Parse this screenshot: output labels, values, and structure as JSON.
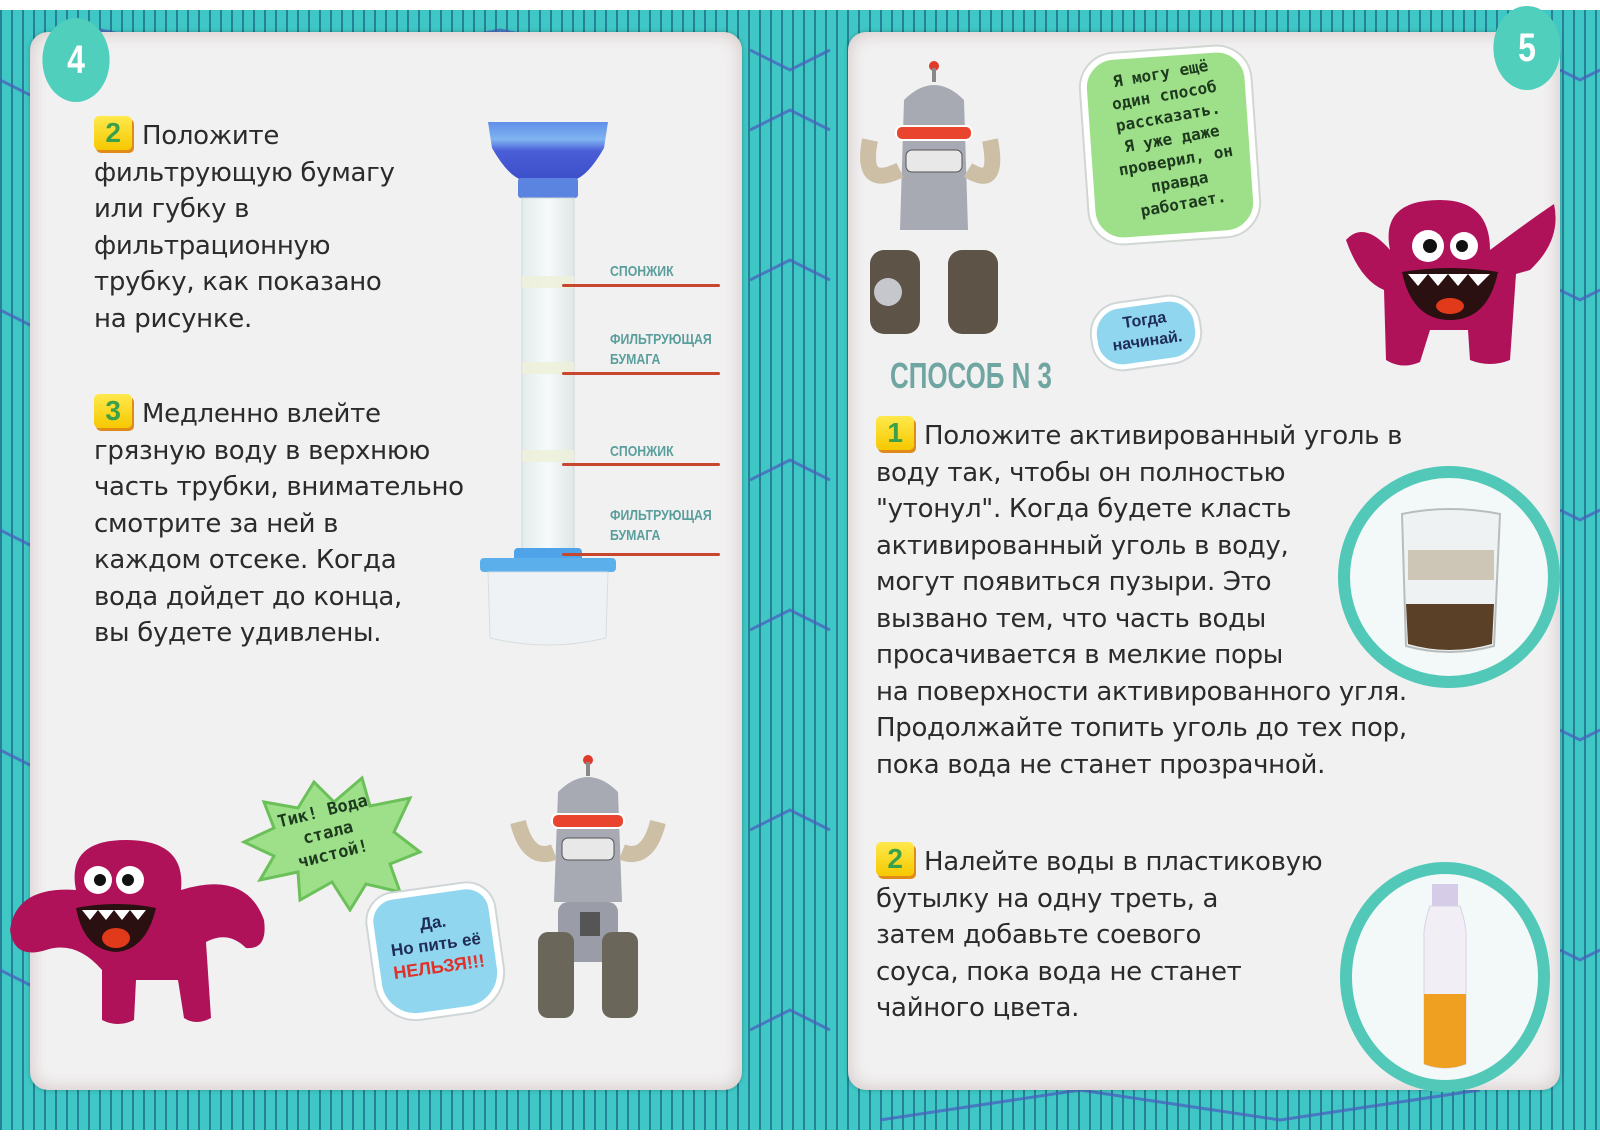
{
  "spread": {
    "left_page": {
      "page_number": "4",
      "steps": [
        {
          "number": "2",
          "lines": [
            "Положите",
            "фильтрующую бумагу",
            "или губку в",
            "фильтрационную",
            "трубку, как показано",
            "на рисунке."
          ]
        },
        {
          "number": "3",
          "lines": [
            "Медленно влейте",
            "грязную воду в верхнюю",
            "часть трубки, внимательно",
            "смотрите за ней в",
            "каждом отсеке. Когда",
            "вода дойдет до конца,",
            "вы будете удивлены."
          ]
        }
      ],
      "tube_diagram": {
        "labels": [
          {
            "lines": [
              "СПОНЖИК"
            ]
          },
          {
            "lines": [
              "ФИЛЬТРУЮЩАЯ",
              "БУМАГА"
            ]
          },
          {
            "lines": [
              "СПОНЖИК"
            ]
          },
          {
            "lines": [
              "ФИЛЬТРУЮЩАЯ",
              "БУМАГА"
            ]
          }
        ]
      },
      "bubbles": {
        "monster": [
          "Тик! Вода",
          "стала",
          "чистой!"
        ],
        "robot": {
          "line1": "Да.",
          "line2": "Но пить её",
          "emphasis": "НЕЛЬЗЯ!!!"
        }
      }
    },
    "right_page": {
      "page_number": "5",
      "bubbles": {
        "robot": [
          "Я могу ещё",
          "один способ",
          "рассказать.",
          "Я уже даже",
          "проверил, он",
          "правда",
          "работает."
        ],
        "monster": [
          "Тогда",
          "начинай."
        ]
      },
      "method_title": "СПОСОБ N 3",
      "steps": [
        {
          "number": "1",
          "lines": [
            "Положите активированный уголь в",
            "воду так, чтобы он полностью",
            "\"утонул\". Когда будете класть",
            "активированный уголь в воду,",
            "могут появиться пузыри. Это",
            "вызвано тем, что часть воды",
            "просачивается в мелкие поры",
            "на поверхности активированного угля.",
            "Продолжайте топить уголь до тех пор,",
            "пока вода не станет прозрачной."
          ]
        },
        {
          "number": "2",
          "lines": [
            "Налейте воды в пластиковую",
            "бутылку на одну треть, а",
            "затем добавьте соевого",
            "соуса, пока вода не станет",
            "чайного цвета."
          ]
        }
      ]
    },
    "colors": {
      "border_teal": "#3ec7c4",
      "page_badge": "#4fcfbc",
      "step_badge_yellow": "#f6c800",
      "step_number_green": "#3aa04a",
      "label_teal": "#5a9e9c",
      "leader_red": "#c8462e",
      "bubble_green": "#9ee08a",
      "bubble_blue": "#8fd6ee",
      "warning_red": "#e0302a",
      "monster_magenta": "#b0125a"
    }
  }
}
